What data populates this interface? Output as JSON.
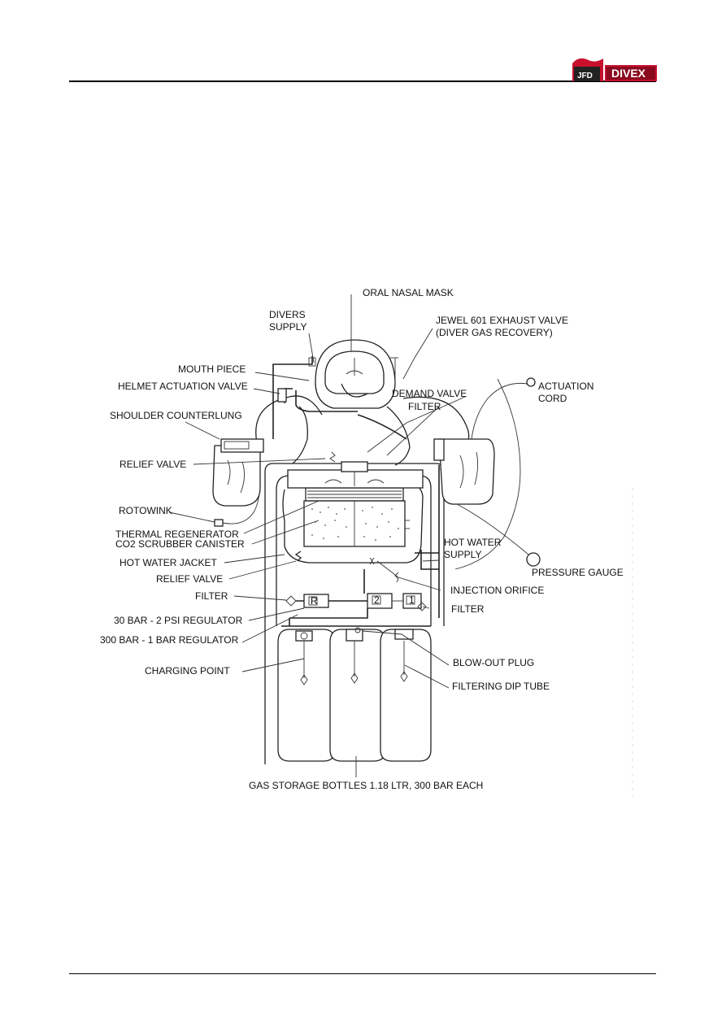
{
  "header": {
    "logo_small": "JFD",
    "logo_main": "DIVEX"
  },
  "diagram": {
    "labels": {
      "oral_nasal_mask": "ORAL NASAL MASK",
      "divers_supply_1": "DIVERS",
      "divers_supply_2": "SUPPLY",
      "jewel_1": "JEWEL 601 EXHAUST VALVE",
      "jewel_2": "(DIVER GAS RECOVERY)",
      "mouth_piece": "MOUTH PIECE",
      "helmet_actuation_valve": "HELMET ACTUATION VALVE",
      "actuation_cord_1": "ACTUATION",
      "actuation_cord_2": "CORD",
      "demand_valve": "DEMAND VALVE",
      "filter_top": "FILTER",
      "shoulder_counterlung": "SHOULDER COUNTERLUNG",
      "relief_valve_1": "RELIEF VALVE",
      "rotowink": "ROTOWINK",
      "thermal_regenerator": "THERMAL REGENERATOR",
      "co2_scrubber": "CO2 SCRUBBER CANISTER",
      "hot_water_supply_1": "HOT WATER",
      "hot_water_supply_2": "SUPPLY",
      "hot_water_jacket": "HOT WATER JACKET",
      "pressure_gauge": "PRESSURE GAUGE",
      "relief_valve_2": "RELIEF VALVE",
      "injection_orifice": "INJECTION ORIFICE",
      "filter_left": "FILTER",
      "filter_right": "FILTER",
      "regulator_30bar": "30 BAR - 2 PSI REGULATOR",
      "regulator_300bar": "300 BAR - 1 BAR REGULATOR",
      "charging_point": "CHARGING POINT",
      "blow_out_plug": "BLOW-OUT PLUG",
      "filtering_dip_tube": "FILTERING DIP TUBE",
      "gas_storage": "GAS STORAGE BOTTLES 1.18 LTR, 300 BAR EACH",
      "reg_r": "R",
      "reg_2": "2",
      "reg_1": "1"
    }
  }
}
